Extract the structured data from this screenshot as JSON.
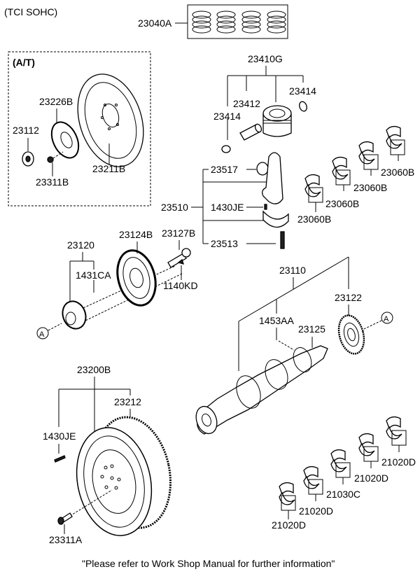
{
  "header": {
    "variant": "(TCI SOHC)"
  },
  "at_box": {
    "title": "(A/T)"
  },
  "labels": {
    "piston_ring_set": "23040A",
    "piston_assy": "23410G",
    "piston_pin": "23412",
    "snap_ring_right": "23414",
    "snap_ring_left": "23414",
    "conrod_bushing": "23517",
    "conrod_assy": "23510",
    "conrod_pin": "1430JE",
    "conrod_bolt": "23513",
    "conrod_bearing_1": "23060B",
    "conrod_bearing_2": "23060B",
    "conrod_bearing_3": "23060B",
    "conrod_bearing_4": "23060B",
    "drive_plate_adapter": "23226B",
    "spacer": "23112",
    "drive_plate": "23211B",
    "drive_plate_bolt": "23311B",
    "sprocket": "23120",
    "key": "1431CA",
    "damper_pulley": "23124B",
    "pulley_bolt": "23127B",
    "washer_bolt": "1140KD",
    "crankshaft_assy": "23110",
    "crank_gear": "23122",
    "plug": "1453AA",
    "crank_key": "23125",
    "flywheel_assy": "23200B",
    "ring_gear": "23212",
    "flywheel_pin": "1430JE",
    "flywheel_bolt": "23311A",
    "main_bearing_1": "21020D",
    "main_bearing_2": "21020D",
    "main_bearing_3": "21030C",
    "main_bearing_4": "21020D",
    "main_bearing_5": "21020D"
  },
  "refs": {
    "ref_a_left": "A",
    "ref_a_right": "A"
  },
  "footer": {
    "note": "\"Please refer to Work Shop Manual for further information\""
  }
}
